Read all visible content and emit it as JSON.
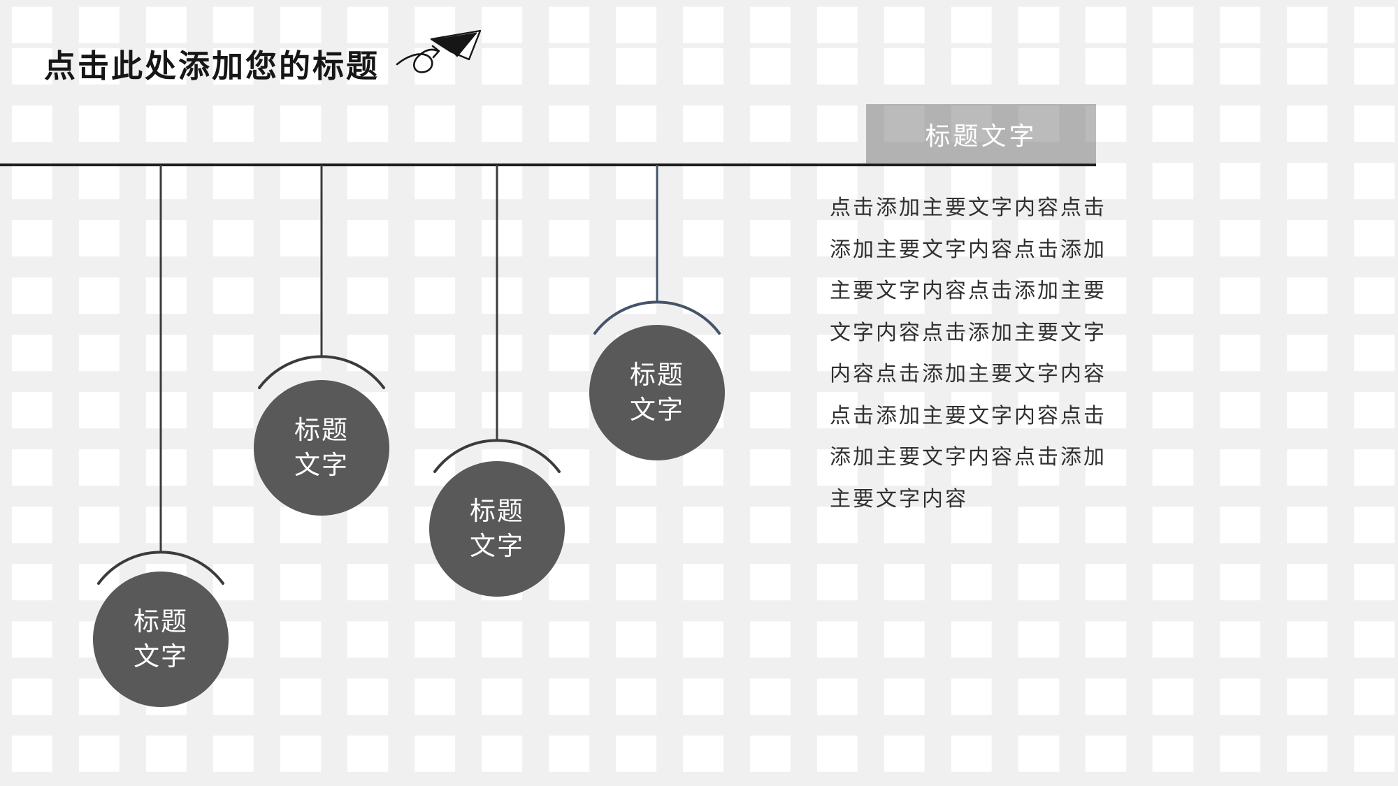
{
  "slide": {
    "title": "点击此处添加您的标题",
    "section_label": "标题文字",
    "body_lines": [
      "点击添加主要文字内容点击",
      "添加主要文字内容点击添加",
      "主要文字内容点击添加主要",
      "文字内容点击添加主要文字",
      "内容点击添加主要文字内容",
      "点击添加主要文字内容点击",
      "添加主要文字内容点击添加",
      "主要文字内容"
    ],
    "ornaments": [
      {
        "label": "标题\n文字"
      },
      {
        "label": "标题\n文字"
      },
      {
        "label": "标题\n文字"
      },
      {
        "label": "标题\n文字"
      }
    ],
    "icons": {
      "paper_plane": "paper-plane-doodle-icon"
    }
  },
  "colors": {
    "bg-gray": "#f0f0f0",
    "bg-square": "#ffffff",
    "ink": "#161616",
    "line-dark": "#1c1c1c",
    "body-ink": "#303030",
    "ball-fill": "#595959",
    "string-dark": "#3b3b3b",
    "string-blue": "#44546a",
    "section-box": "#555555"
  }
}
